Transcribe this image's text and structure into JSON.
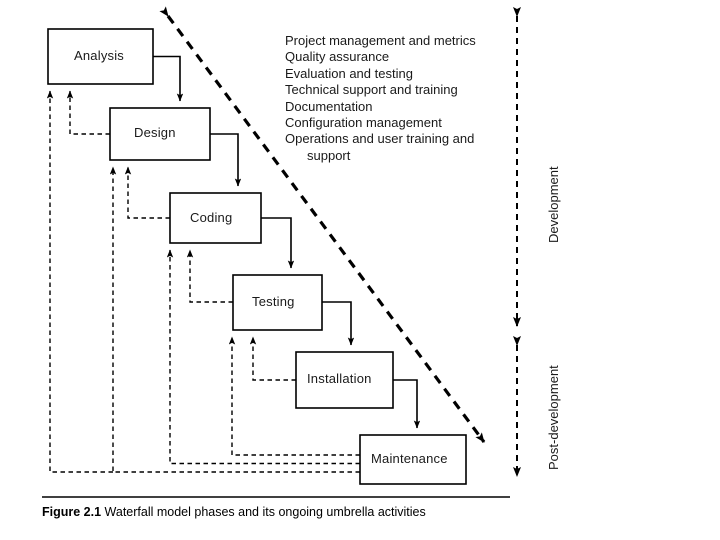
{
  "figure": {
    "caption_label": "Figure 2.1",
    "caption_text": "Waterfall model phases and its ongoing umbrella activities"
  },
  "phases": [
    {
      "name": "Analysis",
      "label": "Analysis"
    },
    {
      "name": "Design",
      "label": "Design"
    },
    {
      "name": "Coding",
      "label": "Coding"
    },
    {
      "name": "Testing",
      "label": "Testing"
    },
    {
      "name": "Installation",
      "label": "Installation"
    },
    {
      "name": "Maintenance",
      "label": "Maintenance"
    }
  ],
  "umbrella_activities": [
    "Project management and metrics",
    "Quality assurance",
    "Evaluation and testing",
    "Technical support and training",
    "Documentation",
    "Configuration management",
    "Operations and user training and",
    "support"
  ],
  "span_labels": {
    "development": "Development",
    "post_development": "Post-development"
  },
  "colors": {
    "stroke": "#000000",
    "text": "#1a1a1a",
    "background": "#ffffff"
  }
}
